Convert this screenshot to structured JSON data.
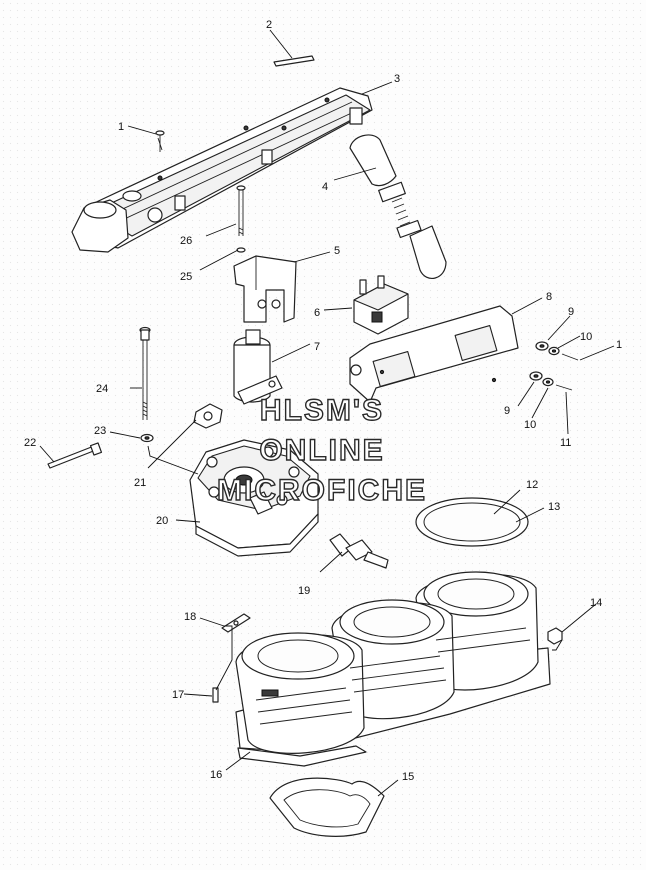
{
  "callouts": [
    {
      "id": "c1a",
      "text": "1"
    },
    {
      "id": "c2",
      "text": "2"
    },
    {
      "id": "c3",
      "text": "3"
    },
    {
      "id": "c4",
      "text": "4"
    },
    {
      "id": "c5",
      "text": "5"
    },
    {
      "id": "c6",
      "text": "6"
    },
    {
      "id": "c7",
      "text": "7"
    },
    {
      "id": "c8",
      "text": "8"
    },
    {
      "id": "c9a",
      "text": "9"
    },
    {
      "id": "c10a",
      "text": "10"
    },
    {
      "id": "c1b",
      "text": "1"
    },
    {
      "id": "c9b",
      "text": "9"
    },
    {
      "id": "c10b",
      "text": "10"
    },
    {
      "id": "c11",
      "text": "11"
    },
    {
      "id": "c12",
      "text": "12"
    },
    {
      "id": "c13",
      "text": "13"
    },
    {
      "id": "c14",
      "text": "14"
    },
    {
      "id": "c15",
      "text": "15"
    },
    {
      "id": "c16",
      "text": "16"
    },
    {
      "id": "c17",
      "text": "17"
    },
    {
      "id": "c18",
      "text": "18"
    },
    {
      "id": "c19",
      "text": "19"
    },
    {
      "id": "c20",
      "text": "20"
    },
    {
      "id": "c21",
      "text": "21"
    },
    {
      "id": "c22",
      "text": "22"
    },
    {
      "id": "c23",
      "text": "23"
    },
    {
      "id": "c24",
      "text": "24"
    },
    {
      "id": "c25",
      "text": "25"
    },
    {
      "id": "c26",
      "text": "26"
    }
  ],
  "watermark": {
    "line1": "HLSM'S",
    "line2": "ONLINE",
    "line3": "MICROFICHE"
  }
}
